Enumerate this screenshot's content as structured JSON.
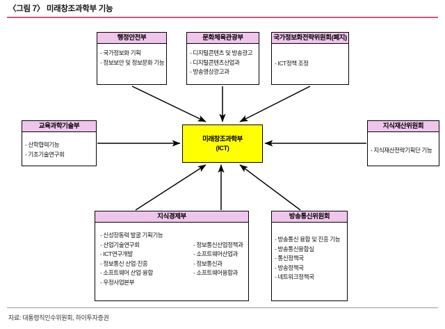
{
  "figure": {
    "title": "〈그림 7〉 미래창조과학부 기능",
    "source_note": "자료: 대통령직인수위원회, 하이투자증권"
  },
  "colors": {
    "title_rule": "#c2185b",
    "node_header": "#f0c5ec",
    "center_fill": "#ffff00",
    "border": "#000000",
    "footer_rule": "#9a9a9a"
  },
  "center_node": {
    "line1": "미래창조과학부",
    "line2": "(ICT)"
  },
  "nodes": [
    {
      "id": "mopas",
      "title": "행정안전부",
      "items": [
        "국가정보화 기획",
        "정보보안 및 정보문화 기능"
      ]
    },
    {
      "id": "mcst",
      "title": "문화체육관광부",
      "items": [
        "디지털콘텐츠 및 방송광고",
        "디지털콘텐츠산업과",
        "방송영상광고과"
      ]
    },
    {
      "id": "nisc",
      "title": "국가정보화전략위원회(폐지)",
      "items": [
        "ICT정책 조정"
      ]
    },
    {
      "id": "mest",
      "title": "교육과학기술부",
      "items": [
        "산학협력기능",
        "기초기술연구회"
      ]
    },
    {
      "id": "ipc",
      "title": "지식재산위원회",
      "items": [
        "지식재산전략기획단 기능"
      ]
    },
    {
      "id": "mke",
      "title": "지식경제부",
      "items_left": [
        "신성장동력 발굴 기획기능",
        "산업기술연구회",
        "ICT연구개발",
        "정보통신 산업·진흥",
        "소프트웨어 산업·융합",
        "우정사업본부"
      ],
      "items_right": [
        "정보통신산업정책과",
        "소프트웨어산업과",
        "정보통신과",
        "소프트웨어융합과"
      ]
    },
    {
      "id": "kcc",
      "title": "방송통신위원회",
      "items": [
        "방송통신 융합 및 진흥 기능",
        "방송통신융합실",
        "통신정책국",
        "방송정책국",
        "네트워크정책국"
      ]
    }
  ],
  "arrows": [
    {
      "from": "mopas",
      "to": "center",
      "direction": "diagonal-down-right"
    },
    {
      "from": "mcst",
      "to": "center",
      "direction": "down"
    },
    {
      "from": "nisc",
      "to": "center",
      "direction": "diagonal-down-left"
    },
    {
      "from": "mest",
      "to": "center",
      "direction": "right"
    },
    {
      "from": "ipc",
      "to": "center",
      "direction": "left"
    },
    {
      "from": "mke",
      "to": "center",
      "direction": "diagonal-up-right"
    },
    {
      "from": "mke",
      "to": "center",
      "direction": "up"
    },
    {
      "from": "kcc",
      "to": "center",
      "direction": "diagonal-up-left"
    }
  ]
}
